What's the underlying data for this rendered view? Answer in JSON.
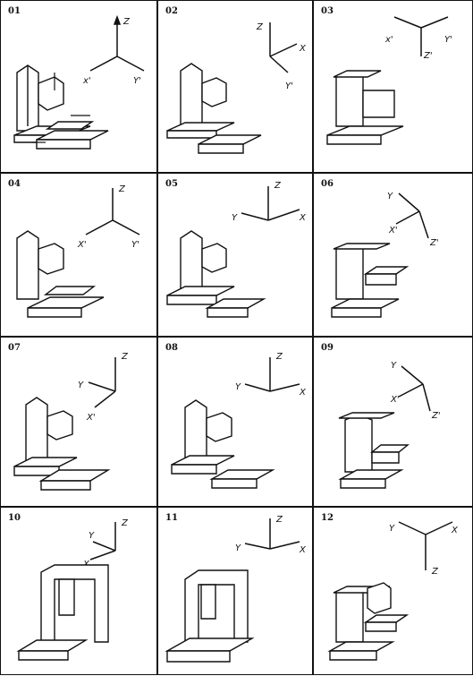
{
  "cells": [
    {
      "label": "01",
      "axes": [
        "Z",
        "x'",
        "Y'"
      ]
    },
    {
      "label": "02",
      "axes": [
        "Z",
        "X",
        "Y'"
      ]
    },
    {
      "label": "03",
      "axes": [
        "x'",
        "Y'",
        "Z'"
      ]
    },
    {
      "label": "04",
      "axes": [
        "Z",
        "X'",
        "Y'"
      ]
    },
    {
      "label": "05",
      "axes": [
        "Z",
        "Y",
        "X"
      ]
    },
    {
      "label": "06",
      "axes": [
        "Y",
        "X'",
        "Z'"
      ]
    },
    {
      "label": "07",
      "axes": [
        "Z",
        "Y",
        "X'"
      ]
    },
    {
      "label": "08",
      "axes": [
        "Z",
        "Y",
        "X"
      ]
    },
    {
      "label": "09",
      "axes": [
        "Y",
        "X'",
        "Z'"
      ]
    },
    {
      "label": "10",
      "axes": [
        "Z",
        "Y",
        "X"
      ]
    },
    {
      "label": "11",
      "axes": [
        "Z",
        "Y",
        "X"
      ]
    },
    {
      "label": "12",
      "axes": [
        "Y",
        "X",
        "Z"
      ]
    }
  ]
}
